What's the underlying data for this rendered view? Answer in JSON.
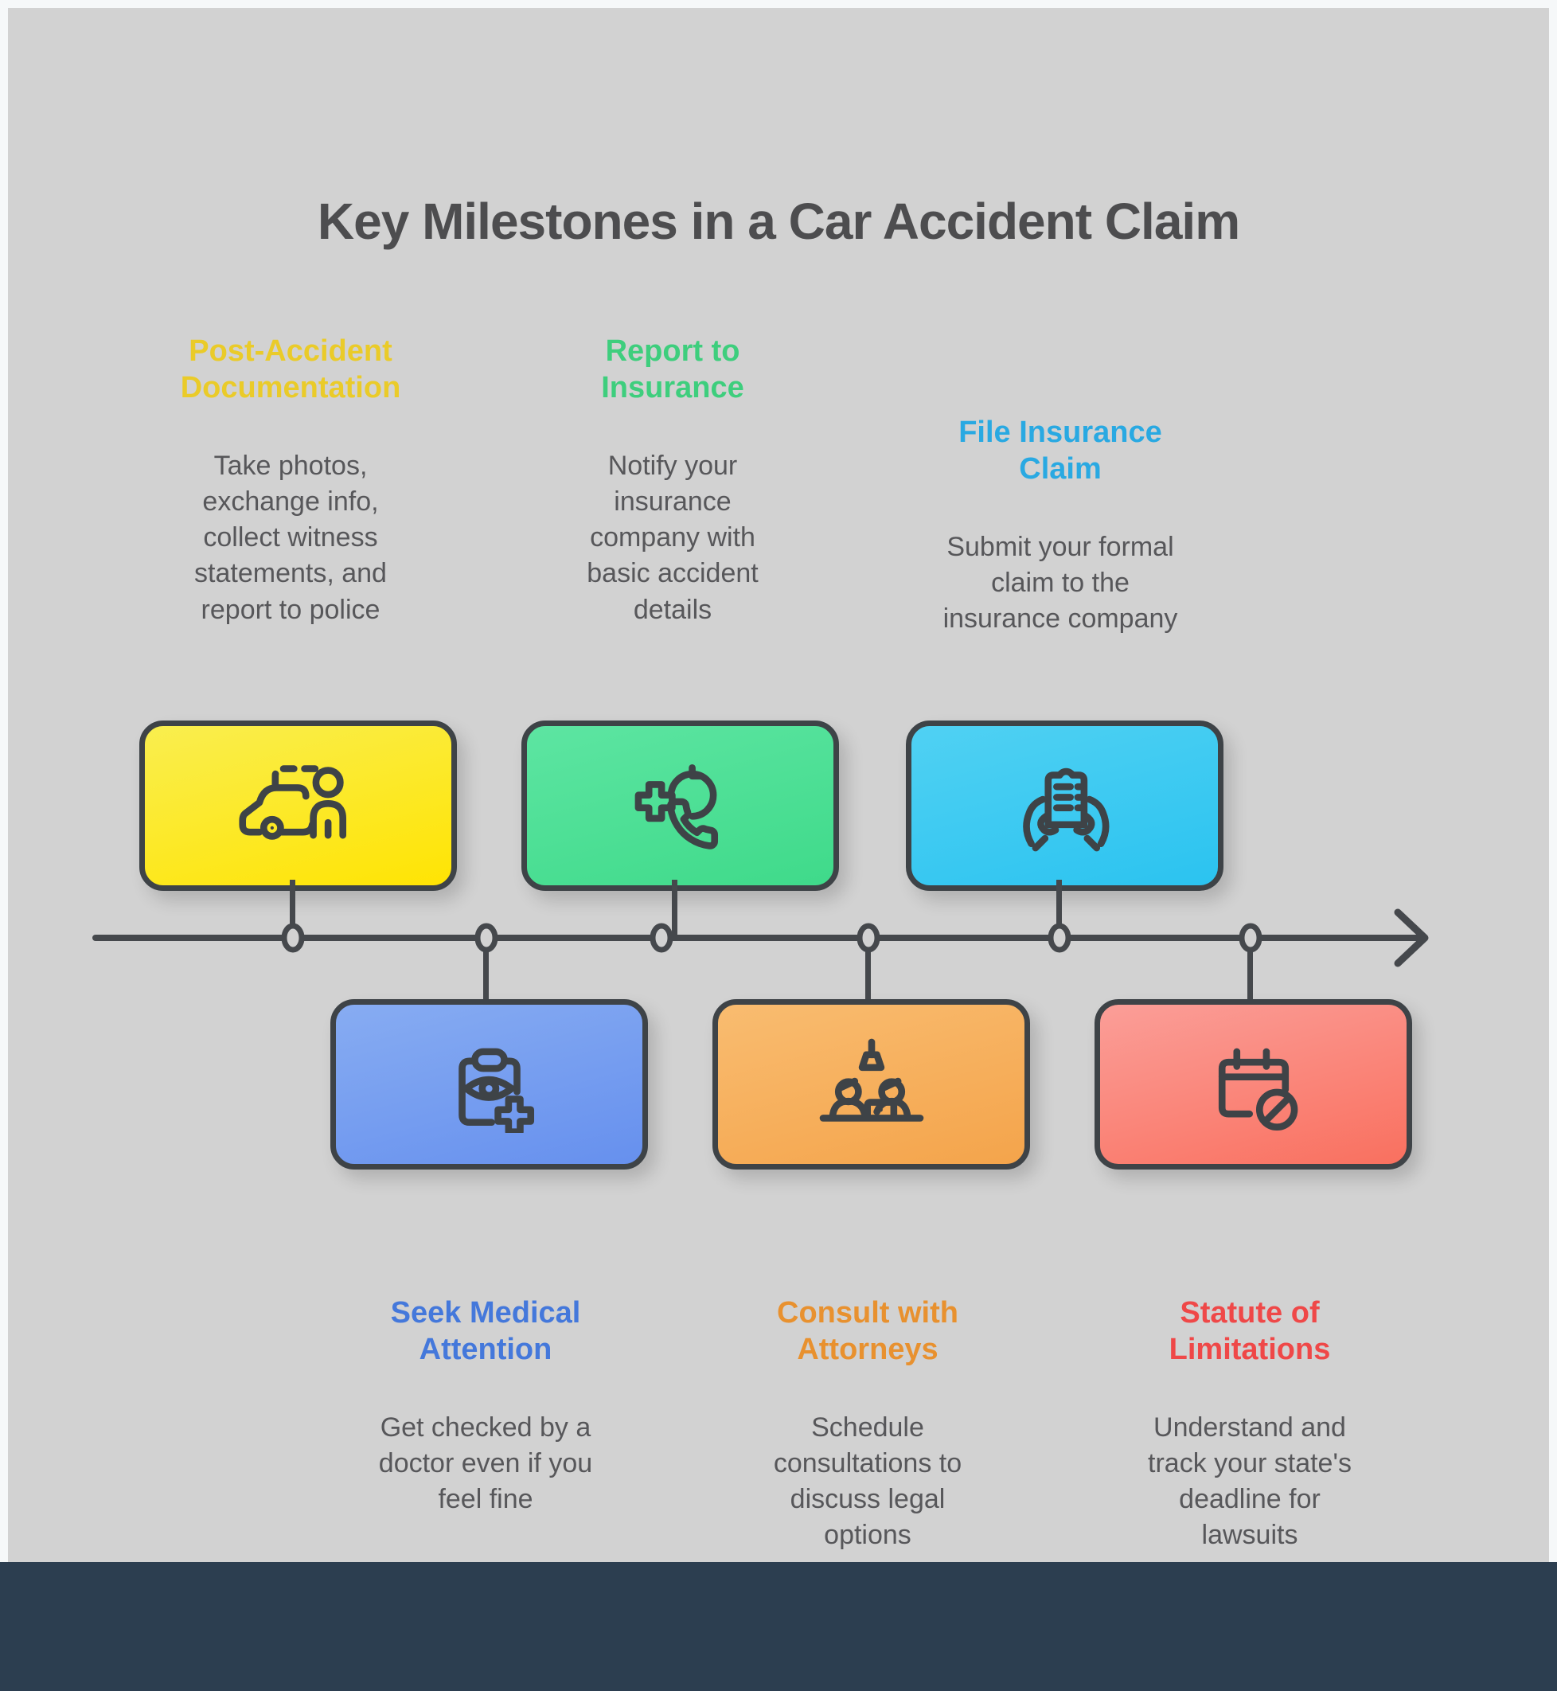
{
  "title": "Key Milestones in a Car Accident Claim",
  "colors": {
    "outer_margin": "#f6f8f9",
    "background": "#d2d2d2",
    "footer": "#2c3e50",
    "title_text": "#4d4d4f",
    "body_text": "#57575a",
    "stroke": "#3e4347",
    "timeline": "#45484c"
  },
  "milestones": [
    {
      "order": 1,
      "position": "top",
      "title": "Post-Accident\nDocumentation",
      "description": "Take photos,\nexchange info,\ncollect witness\nstatements, and\nreport to police",
      "accent": "#eacb29",
      "box_top": "#f9ee4f",
      "box_bottom": "#ffe403",
      "icon": "car-person-photo-icon"
    },
    {
      "order": 2,
      "position": "bottom",
      "title": "Seek Medical\nAttention",
      "description": "Get checked by a\ndoctor even if you\nfeel fine",
      "accent": "#4478db",
      "box_top": "#87acf2",
      "box_bottom": "#6690ee",
      "icon": "medical-clipboard-eye-icon"
    },
    {
      "order": 3,
      "position": "top",
      "title": "Report to\nInsurance",
      "description": "Notify your\ninsurance\ncompany with\nbasic accident\ndetails",
      "accent": "#3ece7d",
      "box_top": "#5de5a2",
      "box_bottom": "#3fda8a",
      "icon": "phone-call-clock-icon"
    },
    {
      "order": 4,
      "position": "bottom",
      "title": "Consult with\nAttorneys",
      "description": "Schedule\nconsultations to\ndiscuss legal\noptions",
      "accent": "#e8912f",
      "box_top": "#f9bc70",
      "box_bottom": "#f4a44b",
      "icon": "attorney-meeting-icon"
    },
    {
      "order": 5,
      "position": "top",
      "title": "File Insurance\nClaim",
      "description": "Submit your formal\nclaim to the\ninsurance company",
      "accent": "#29a9e2",
      "box_top": "#50d1f3",
      "box_bottom": "#2bc3f0",
      "icon": "hands-claim-document-icon"
    },
    {
      "order": 6,
      "position": "bottom",
      "title": "Statute of\nLimitations",
      "description": "Understand and\ntrack your state's\ndeadline for\nlawsuits",
      "accent": "#ef4848",
      "box_top": "#fb9e98",
      "box_bottom": "#f9705f",
      "icon": "calendar-deadline-icon"
    }
  ]
}
